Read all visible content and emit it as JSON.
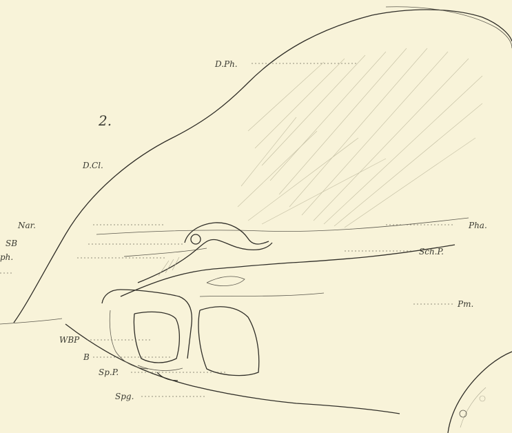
{
  "figure_number": "2.",
  "labels": {
    "dph": "D.Ph.",
    "dcl": "D.Cl.",
    "nar": "Nar.",
    "sb": "SB",
    "ph_left": "ph.",
    "pha": "Pha.",
    "schp": "Sch.P.",
    "pm": "Pm.",
    "wbp": "WBP",
    "b": "B",
    "spp": "Sp.P.",
    "spg": "Spg."
  },
  "colors": {
    "paper": "#f8f3d9",
    "ink": "#2f2d27"
  }
}
